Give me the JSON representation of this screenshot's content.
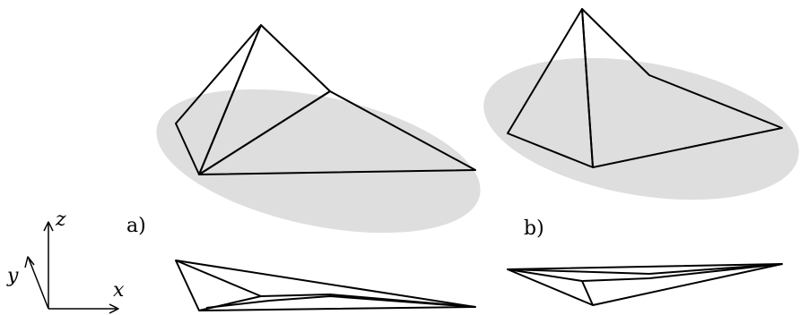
{
  "labels": {
    "panel_a": "a)",
    "panel_b": "b)"
  },
  "axes": {
    "x": "x",
    "y": "y",
    "z": "z"
  },
  "colors": {
    "shadow": "#dedede",
    "face_dark": "#6a6a6a",
    "face_mid": "#8f8f8f",
    "face_mid2": "#9e9e9e",
    "face_light": "#b4b4b4",
    "edge": "#000000"
  }
}
